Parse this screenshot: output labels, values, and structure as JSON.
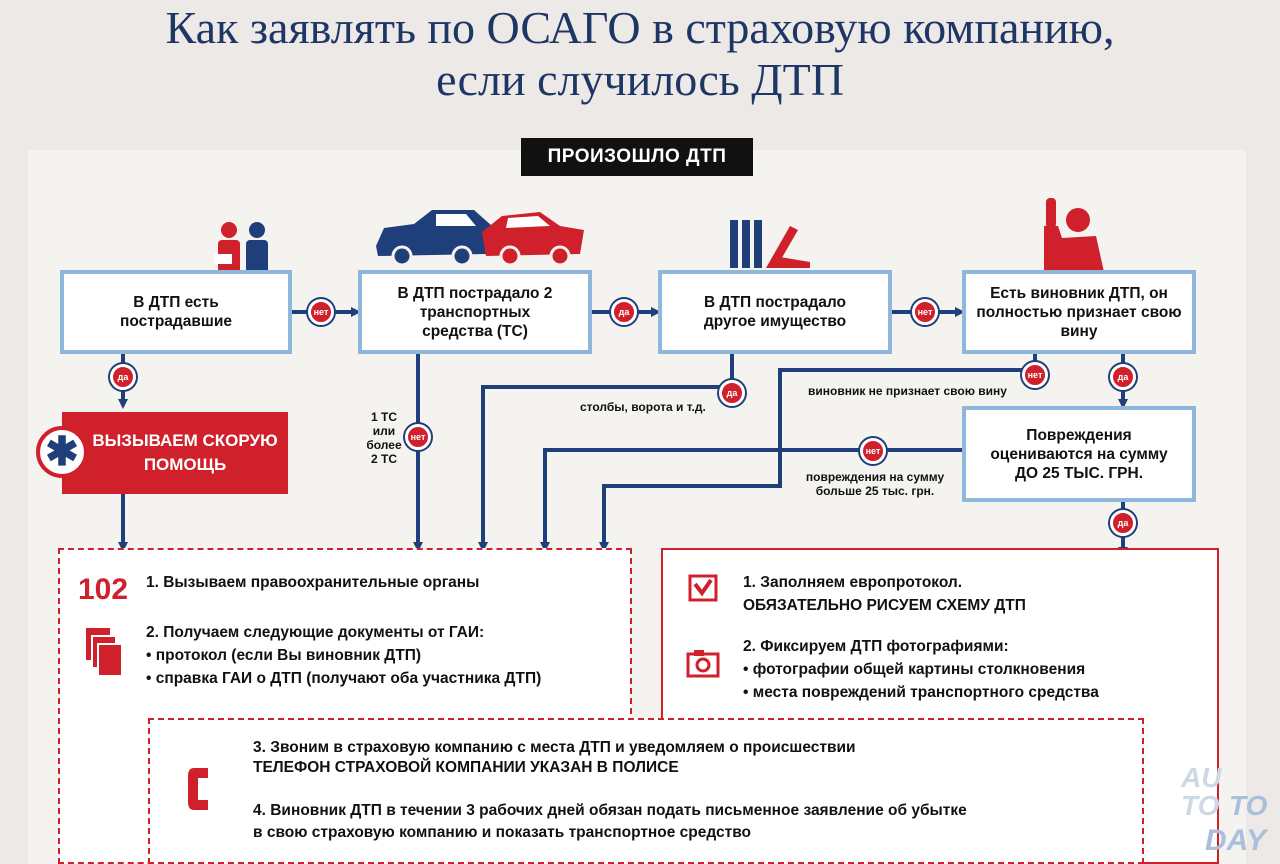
{
  "title": {
    "line1": "Как заявлять по ОСАГО в страховую компанию,",
    "line2": "если случилось ДТП"
  },
  "header": "ПРОИЗОШЛО ДТП",
  "nodes": {
    "victims": "В ДТП есть пострадавшие",
    "two_vehicles": "В ДТП пострадало 2 транспортных средства (ТС)",
    "property": "В ДТП пострадало другое имущество",
    "culprit": "Есть виновник ДТП, он полностью признает свою вину",
    "damage": "Повреждения оцениваются на сумму ДО 25 ТЫС. ГРН.",
    "ambulance": "ВЫЗЫВАЕМ СКОРУЮ ПОМОЩЬ"
  },
  "bubbles": {
    "yes": "да",
    "no": "нет"
  },
  "edge_labels": {
    "vehicle_count": "1 ТС или более 2 ТС",
    "poles": "столбы, ворота и т.д.",
    "not_admit": "виновник не признает свою вину",
    "over_limit": "повреждения на сумму больше 25 тыс. грн."
  },
  "left_panel": {
    "phone": "102",
    "step1": "1. Вызываем правоохранительные органы",
    "step2_title": "2. Получаем следующие документы от ГАИ:",
    "step2_item1": "• протокол (если Вы виновник ДТП)",
    "step2_item2": "• справка ГАИ о ДТП (получают оба участника ДТП)"
  },
  "right_panel": {
    "step1_line1": "1. Заполняем европротокол.",
    "step1_line2": "ОБЯЗАТЕЛЬНО РИСУЕМ СХЕМУ ДТП",
    "step2_title": "2. Фиксируем ДТП фотографиями:",
    "step2_item1": "• фотографии общей картины столкновения",
    "step2_item2": "• места повреждений транспортного средства"
  },
  "bottom_panel": {
    "step3_line1": "3. Звоним в страховую компанию с места ДТП и уведомляем о происшествии",
    "step3_line2": "ТЕЛЕФОН СТРАХОВОЙ КОМПАНИИ УКАЗАН В ПОЛИСЕ",
    "step4_line1": "4. Виновник ДТП в течении 3 рабочих дней обязан подать письменное заявление об убытке",
    "step4_line2": "в свою страховую компанию и показать транспортное средство"
  },
  "watermark": {
    "line1": "AU",
    "line2": "TO",
    "line3": "TO",
    "line4": "DAY"
  },
  "colors": {
    "navy": "#1e3f7a",
    "red": "#d0202b",
    "box_border": "#8fb7dc"
  }
}
